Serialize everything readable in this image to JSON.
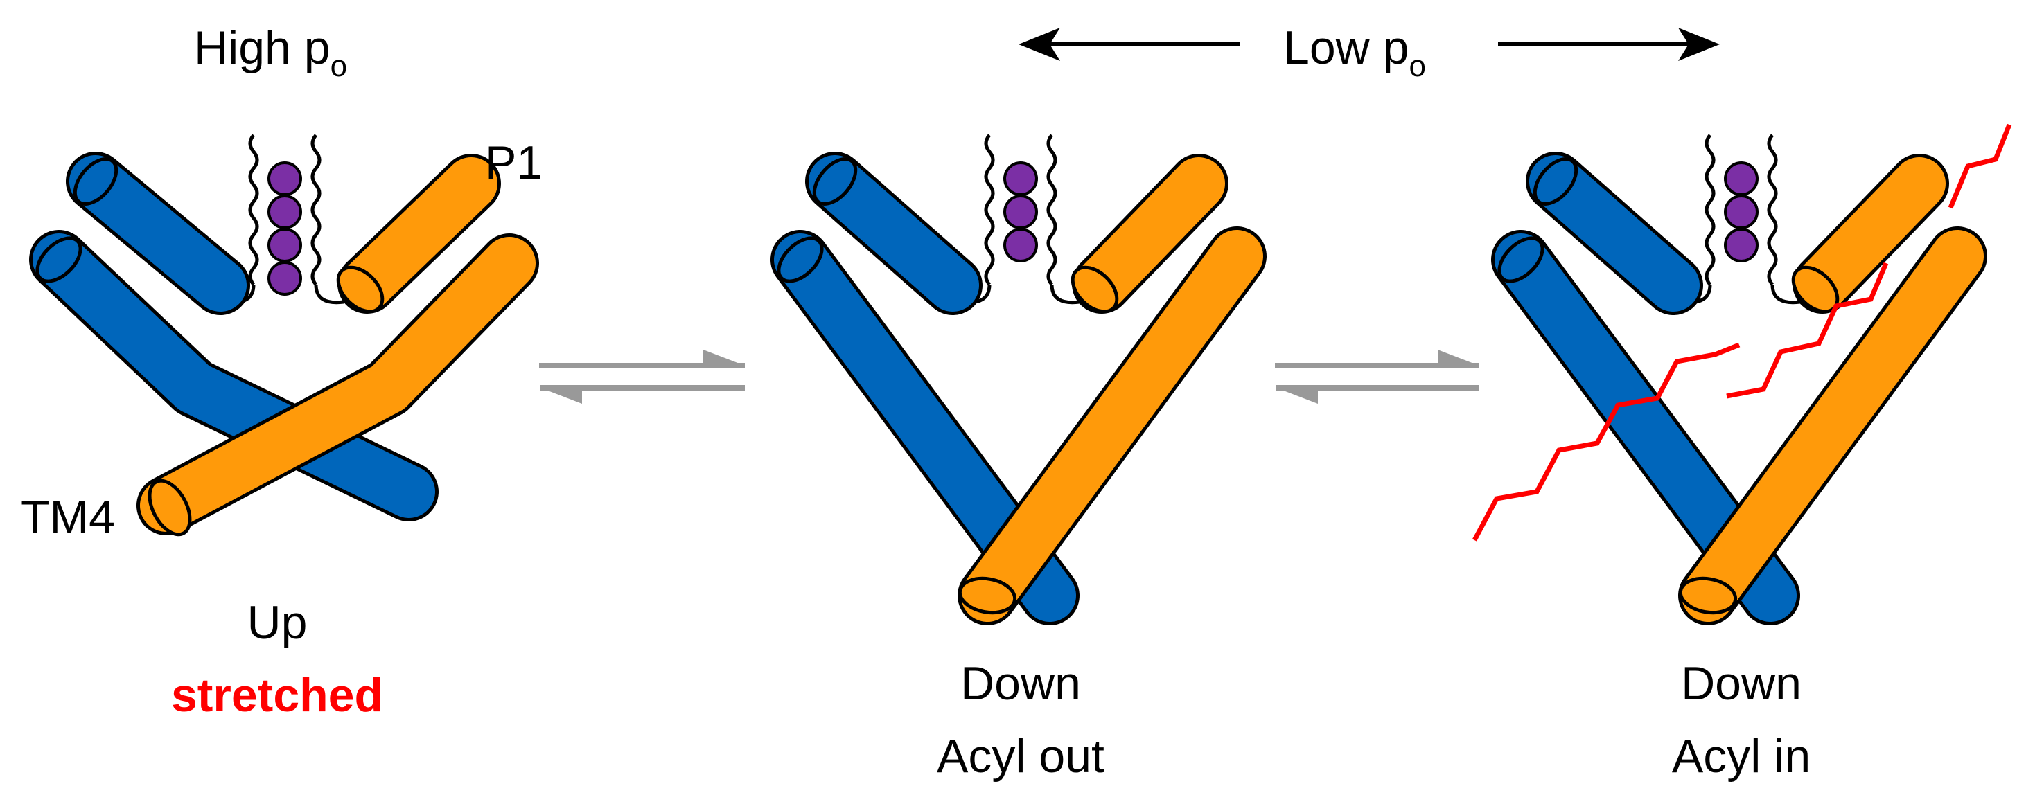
{
  "header": {
    "high_main": "High p",
    "high_sub": "o",
    "low_main": "Low p",
    "low_sub": "o"
  },
  "labels": {
    "p1": "P1",
    "tm4": "TM4"
  },
  "states": [
    {
      "line1": "Up",
      "line2": "stretched",
      "line2_color": "#ff0000"
    },
    {
      "line1": "Down",
      "line2": "Acyl out"
    },
    {
      "line1": "Down",
      "line2": "Acyl in"
    }
  ],
  "colors": {
    "blue_helix": "#0066bb",
    "orange_helix": "#ff9a0a",
    "ion": "#7b2fa5",
    "acyl_chain": "#ff0000",
    "equilibrium_arrow": "#999999"
  }
}
